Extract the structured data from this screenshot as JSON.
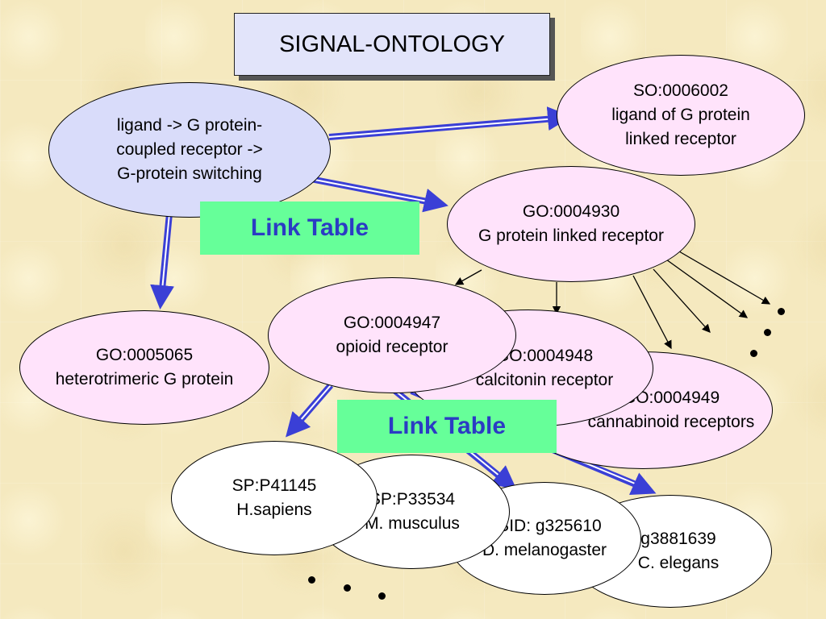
{
  "title": "SIGNAL-ONTOLOGY",
  "link_table_label": "Link Table",
  "nodes": {
    "ligand_switch": {
      "lines": [
        "ligand -> G protein-",
        "coupled receptor ->",
        "G-protein switching"
      ]
    },
    "so_0006002": {
      "lines": [
        "SO:0006002",
        "ligand of G protein",
        "linked receptor"
      ]
    },
    "go_0004930": {
      "lines": [
        "GO:0004930",
        "G protein linked receptor"
      ]
    },
    "go_0005065": {
      "lines": [
        "GO:0005065",
        "heterotrimeric G protein"
      ]
    },
    "go_0004949": {
      "lines": [
        "GO:0004949",
        "cannabinoid receptors"
      ]
    },
    "go_0004948": {
      "lines": [
        "GO:0004948",
        "calcitonin receptor"
      ]
    },
    "go_0004947": {
      "lines": [
        "GO:0004947",
        "opioid receptor"
      ]
    },
    "worm": {
      "lines": [
        "g3881639",
        "C. elegans"
      ]
    },
    "fly": {
      "lines": [
        "FBID: g325610",
        "D. melanogaster"
      ]
    },
    "mouse": {
      "lines": [
        "SP:P33534",
        "M. musculus"
      ]
    },
    "human": {
      "lines": [
        "SP:P41145",
        "H.sapiens"
      ]
    }
  },
  "colors": {
    "background": "#f5e9bf",
    "oval_pink": "#ffe3fb",
    "oval_lavender": "#d9dcfa",
    "link_table_bg": "#66ff99",
    "link_table_text": "#2b3bc4",
    "arrow": "#3a3fd6"
  }
}
